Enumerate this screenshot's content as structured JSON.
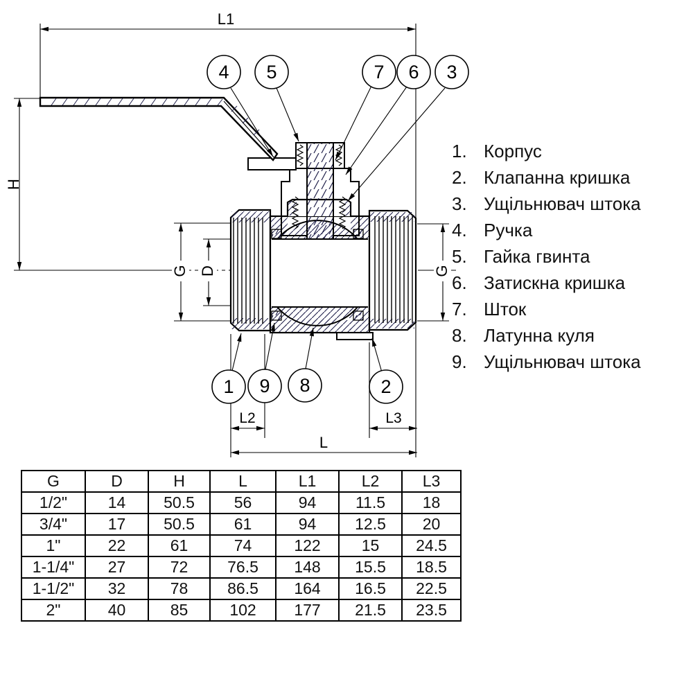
{
  "drawing": {
    "dim_labels": {
      "l1": "L1",
      "h": "H",
      "g_left": "G",
      "d": "D",
      "g_right": "G",
      "l2": "L2",
      "l3": "L3",
      "l": "L"
    },
    "callouts": {
      "top": [
        "4",
        "5",
        "7",
        "6",
        "3"
      ],
      "bottom": [
        "1",
        "9",
        "8",
        "2"
      ]
    }
  },
  "parts_list": {
    "items": [
      {
        "num": "1.",
        "label": "Корпус"
      },
      {
        "num": "2.",
        "label": "Клапанна кришка"
      },
      {
        "num": "3.",
        "label": "Ущільнювач штока"
      },
      {
        "num": "4.",
        "label": "Ручка"
      },
      {
        "num": "5.",
        "label": "Гайка гвинта"
      },
      {
        "num": "6.",
        "label": "Затискна кришка"
      },
      {
        "num": "7.",
        "label": "Шток"
      },
      {
        "num": "8.",
        "label": "Латунна куля"
      },
      {
        "num": "9.",
        "label": "Ущільнювач штока"
      }
    ]
  },
  "dimensions_table": {
    "headers": [
      "G",
      "D",
      "H",
      "L",
      "L1",
      "L2",
      "L3"
    ],
    "rows": [
      [
        "1/2\"",
        "14",
        "50.5",
        "56",
        "94",
        "11.5",
        "18"
      ],
      [
        "3/4\"",
        "17",
        "50.5",
        "61",
        "94",
        "12.5",
        "20"
      ],
      [
        "1\"",
        "22",
        "61",
        "74",
        "122",
        "15",
        "24.5"
      ],
      [
        "1-1/4\"",
        "27",
        "72",
        "76.5",
        "148",
        "15.5",
        "18.5"
      ],
      [
        "1-1/2\"",
        "32",
        "78",
        "86.5",
        "164",
        "16.5",
        "22.5"
      ],
      [
        "2\"",
        "40",
        "85",
        "102",
        "177",
        "21.5",
        "23.5"
      ]
    ]
  },
  "colors": {
    "line": "#000000",
    "hatch": "#20204a",
    "background": "#ffffff"
  }
}
